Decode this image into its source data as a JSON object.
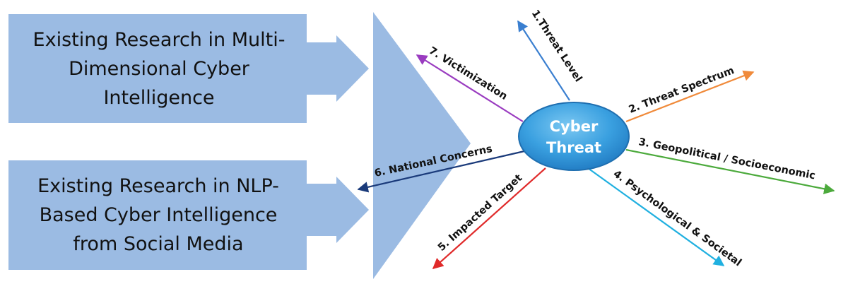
{
  "inputs": {
    "box1": {
      "lines": [
        "Existing Research in Multi-",
        "Dimensional Cyber",
        "Intelligence"
      ]
    },
    "box2": {
      "lines": [
        "Existing Research in NLP-",
        "Based Cyber Intelligence",
        "from Social Media"
      ]
    }
  },
  "center": {
    "lines": [
      "Cyber",
      "Threat"
    ]
  },
  "dimensions": [
    {
      "label": "1.Threat Level",
      "color": "#3a7fd0"
    },
    {
      "label": "2. Threat Spectrum",
      "color": "#f08a3a"
    },
    {
      "label": "3. Geopolitical / Socioeconomic",
      "color": "#4caa3c"
    },
    {
      "label": "4. Psychological & Societal",
      "color": "#20b0e0"
    },
    {
      "label": "5. Impacted Target",
      "color": "#e02a2a"
    },
    {
      "label": "6. National Concerns",
      "color": "#1a3a7a"
    },
    {
      "label": "7. Victimization",
      "color": "#9a3cc0"
    }
  ],
  "colors": {
    "box_fill": "#9bbbe3",
    "arrow_fill": "#9bbbe3",
    "funnel_fill": "#9bbbe3",
    "center_fill": "#3aa0e0",
    "center_stroke": "#1f6fb0"
  }
}
